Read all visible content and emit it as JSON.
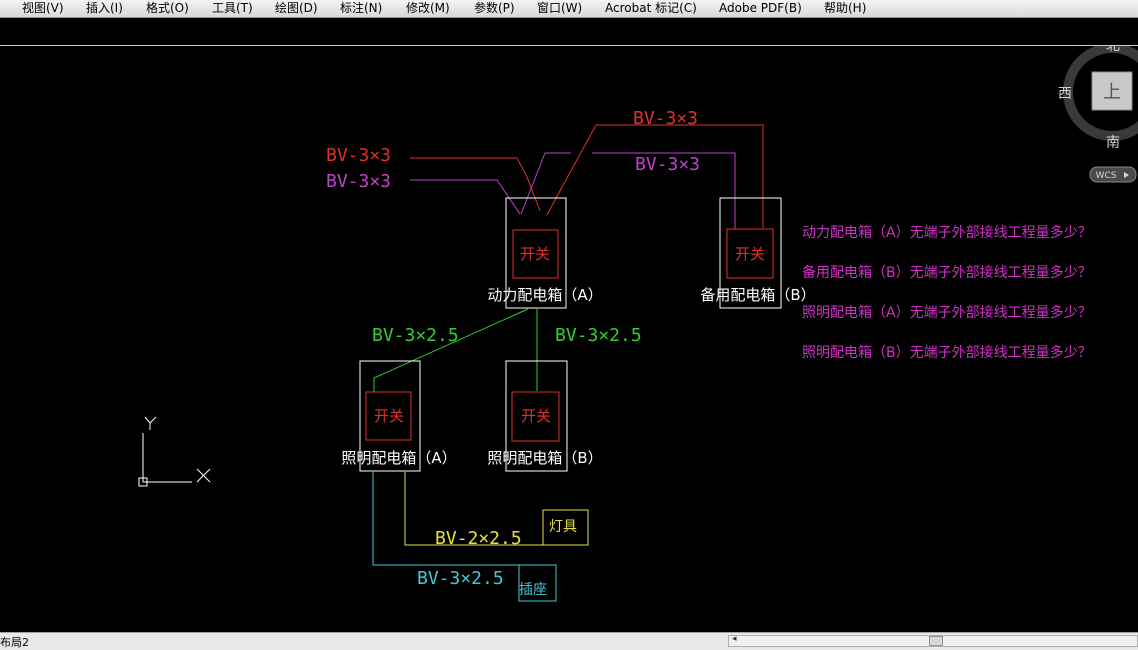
{
  "menu": {
    "items": [
      "视图(V)",
      "插入(I)",
      "格式(O)",
      "工具(T)",
      "绘图(D)",
      "标注(N)",
      "修改(M)",
      "参数(P)",
      "窗口(W)",
      "Acrobat 标记(C)",
      "Adobe PDF(B)",
      "帮助(H)"
    ]
  },
  "viewcube": {
    "north": "北",
    "south": "南",
    "west": "西",
    "top_face": "上",
    "wcs": "WCS"
  },
  "ucs": {
    "x_label": "X",
    "y_label": "Y"
  },
  "drawing": {
    "cable_red_top": "BV-3×3",
    "cable_red_left": "BV-3×3",
    "cable_magenta_left": "BV-3×3",
    "cable_magenta_right": "BV-3×3",
    "cable_green_left": "BV-3×2.5",
    "cable_green_right": "BV-3×2.5",
    "cable_yellow": "BV-2×2.5",
    "cable_cyan": "BV-3×2.5",
    "switch_label": "开关",
    "box_power_a": "动力配电箱（A）",
    "box_backup_b": "备用配电箱（B）",
    "box_light_a": "照明配电箱（A）",
    "box_light_b": "照明配电箱（B）",
    "lamp": "灯具",
    "socket": "插座"
  },
  "questions": [
    "动力配电箱（A）无端子外部接线工程量多少？",
    "备用配电箱（B）无端子外部接线工程量多少？",
    "照明配电箱（A）无端子外部接线工程量多少？",
    "照明配电箱（B）无端子外部接线工程量多少？"
  ],
  "status": {
    "layout_tab": "布局2"
  },
  "colors": {
    "red": "#e0302a",
    "magenta": "#c040d0",
    "green": "#30d030",
    "yellow": "#e8e040",
    "cyan": "#40c8d8",
    "white": "#ffffff",
    "question": "#d030c8"
  }
}
